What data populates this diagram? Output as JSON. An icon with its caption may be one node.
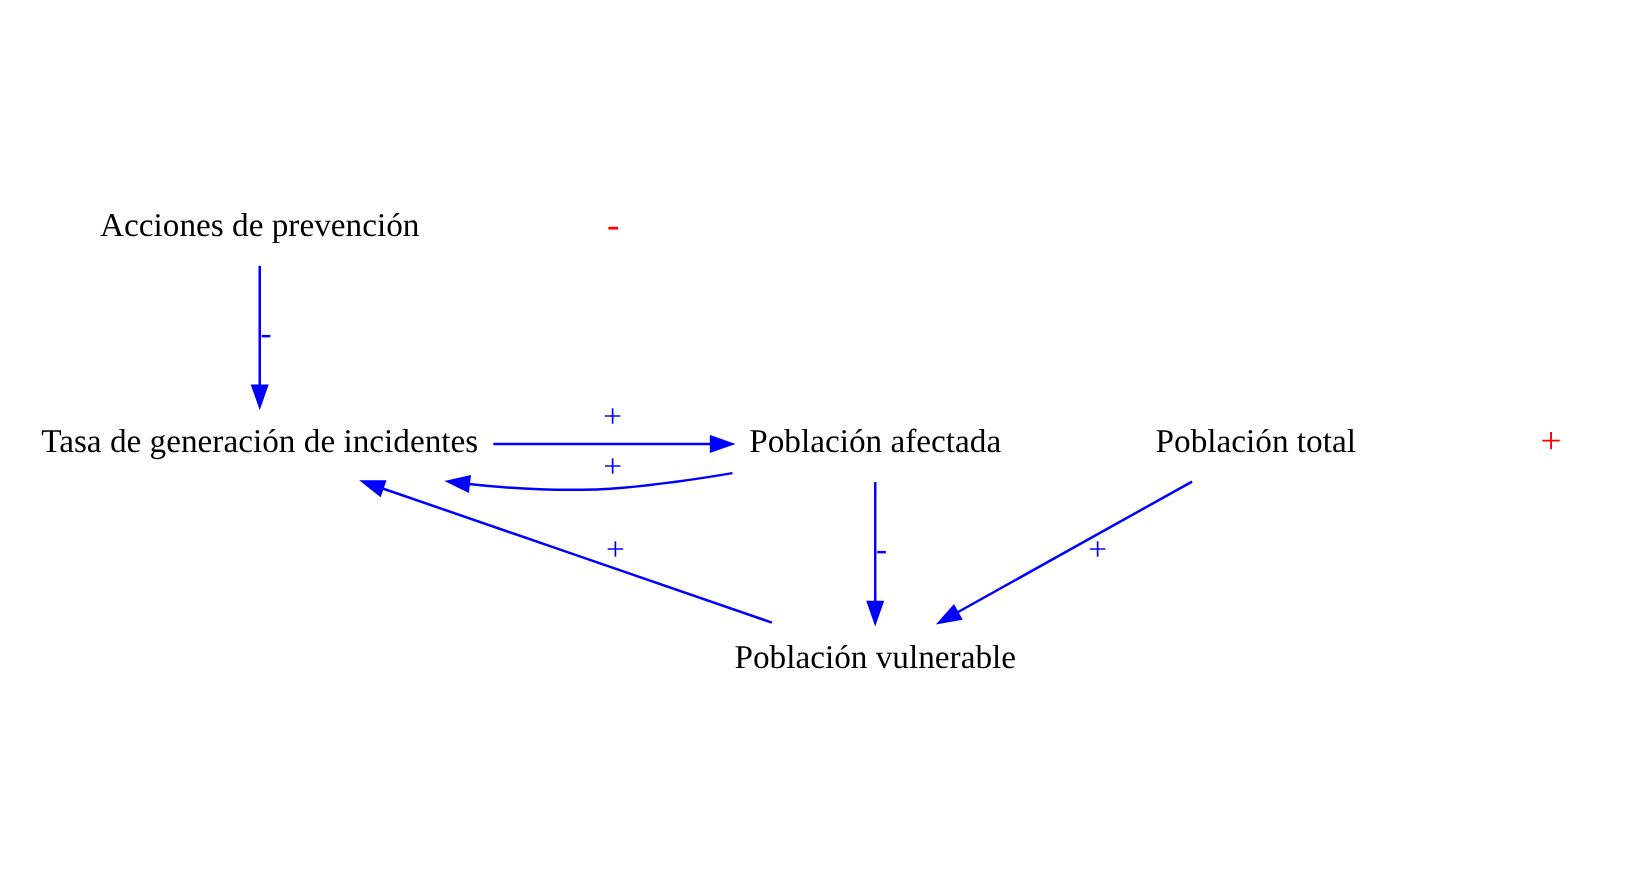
{
  "diagram": {
    "nodes": [
      {
        "text": [
          "Acciones de prevención"
        ]
      },
      {
        "text": [
          "Tasa de generación de incidentes"
        ]
      },
      {
        "text": [
          "Población afectada"
        ]
      },
      {
        "text": [
          "Población vulnerable"
        ]
      },
      {
        "text": [
          "Población total"
        ]
      }
    ],
    "edges": [
      {
        "from": 0,
        "to": 1,
        "arrow": "to",
        "label": "-"
      },
      {
        "from": 1,
        "to": 2,
        "arrow": "to",
        "label": "+"
      },
      {
        "from": 2,
        "to": 1,
        "arrow": "to",
        "label": "+"
      },
      {
        "from": 2,
        "to": 3,
        "arrow": "to",
        "label": "-"
      },
      {
        "from": 3,
        "to": 1,
        "arrow": "to",
        "label": "+"
      },
      {
        "from": 4,
        "to": 3,
        "arrow": "to",
        "label": "+"
      }
    ],
    "labels": [
      "+",
      "-"
    ]
  }
}
